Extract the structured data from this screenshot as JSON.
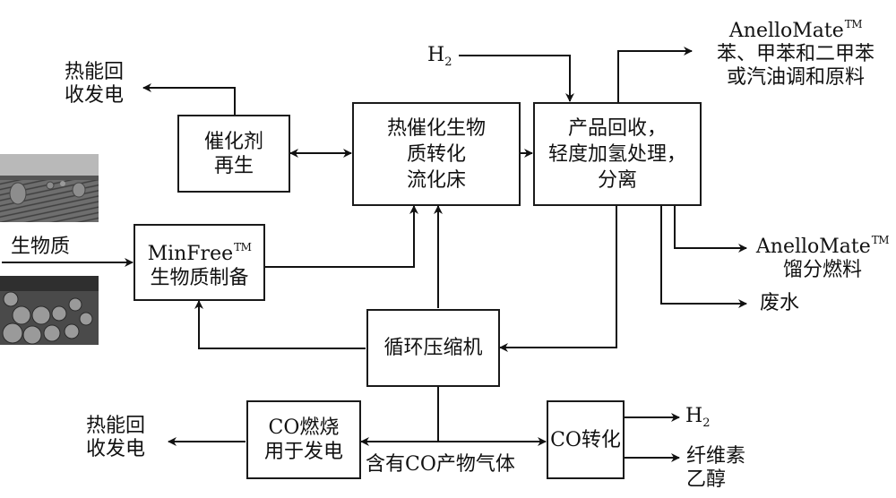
{
  "nodes": {
    "catalyst_regen": {
      "line1": "催化剂",
      "line2": "再生"
    },
    "reactor": {
      "line1": "热催化生物",
      "line2": "质转化",
      "line3": "流化床"
    },
    "product_recovery": {
      "line1": "产品回收，",
      "line2": "轻度加氢处理，",
      "line3": "分离"
    },
    "minfree": {
      "brand": "MinFree",
      "tm": "TM",
      "line2": "生物质制备"
    },
    "compressor": {
      "line1": "循环压缩机"
    },
    "co_combustion": {
      "line1": "CO燃烧",
      "line2": "用于发电"
    },
    "co_conversion": {
      "line1": "CO转化"
    }
  },
  "labels": {
    "heat_power_top": {
      "line1": "热能回",
      "line2": "收发电"
    },
    "heat_power_bottom": {
      "line1": "热能回",
      "line2": "收发电"
    },
    "biomass": "生物质",
    "h2_input": {
      "base": "H",
      "sub": "2"
    },
    "anello_aromatics": {
      "brand": "AnelloMate",
      "tm": "TM",
      "line2": "苯、甲苯和二甲苯",
      "line3": "或汽油调和原料"
    },
    "anello_distillate": {
      "brand": "AnelloMate",
      "tm": "TM",
      "line2": "馏分燃料"
    },
    "waste_water": "废水",
    "co_gas": "含有CO产物气体",
    "h2_output": {
      "base": "H",
      "sub": "2"
    },
    "cellulosic_ethanol": {
      "line1": "纤维素",
      "line2": "乙醇"
    }
  },
  "images": {
    "field": "field-with-hay-bales-photo",
    "logs": "stacked-logs-photo"
  }
}
